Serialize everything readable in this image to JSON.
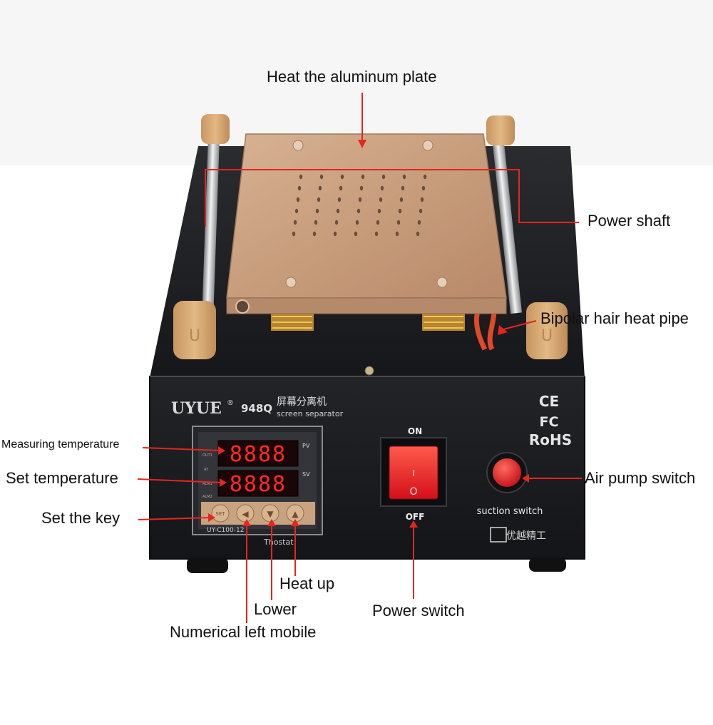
{
  "colors": {
    "callout": "#e3261e",
    "chassis": "#1e1f22",
    "plate": "#c9a07e",
    "handle": "#d4a56e",
    "switch_red": "#e8262a",
    "background": "#ffffff"
  },
  "callouts": {
    "heat_plate": "Heat the aluminum plate",
    "power_shaft": "Power shaft",
    "heat_pipe": "Bipolar hair heat pipe",
    "measuring_temp": "Measuring temperature",
    "set_temp": "Set temperature",
    "set_key": "Set the key",
    "air_pump": "Air pump switch",
    "heat_up": "Heat up",
    "lower": "Lower",
    "numerical_left": "Numerical left mobile",
    "power_switch": "Power switch"
  },
  "device": {
    "brand": "UYUE",
    "model": "948Q",
    "name_cn": "屏幕分离机",
    "name_en": "screen separator",
    "cert_ce": "CE",
    "cert_fc": "FC",
    "cert_rohs": "RoHS",
    "switch_on": "ON",
    "switch_off": "OFF",
    "switch_i": "I",
    "switch_o": "O",
    "suction_label": "suction switch",
    "maker_mark": "优越精工",
    "controller": {
      "pv_display": "8888",
      "sv_display": "8888",
      "pv_tag": "PV",
      "sv_tag": "SV",
      "model_tag": "UY-C100-12",
      "set_button": "SET",
      "footer_text": "Thostat",
      "indicators": [
        "OUT1",
        "AT",
        "ALM1",
        "ALM2"
      ]
    }
  }
}
